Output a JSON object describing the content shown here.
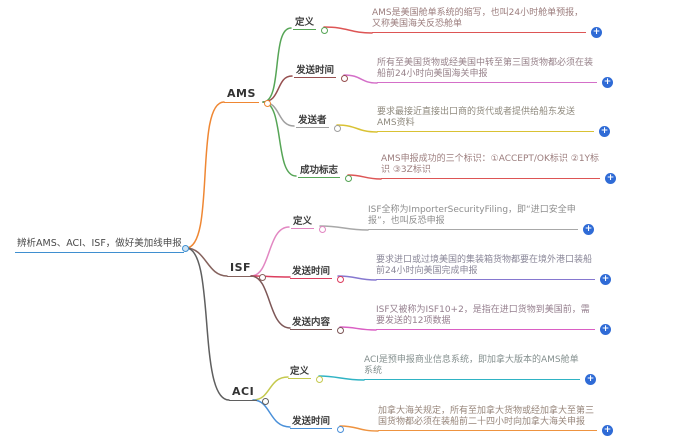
{
  "ui": {
    "plus_icon": "+",
    "plus_color": "#2f6bd6",
    "background": "#ffffff"
  },
  "root": {
    "label": "辨析AMS、ACI、ISF，做好美加线申报",
    "color": "#3f8fd0",
    "fill": "#cde4f6"
  },
  "branches": [
    {
      "label": "AMS",
      "color": "#ef8733",
      "children": [
        {
          "label": "定义",
          "color": "#56a556",
          "leaf": {
            "text": "AMS是美国舱单系统的缩写，也叫24小时舱单预报，又称美国海关反恐舱单",
            "color": "#dd5555",
            "text_color": "#9c7e7e"
          }
        },
        {
          "label": "发送时间",
          "color": "#964f4f",
          "leaf": {
            "text": "所有至美国货物或经美国中转至第三国货物都必须在装船前24小时向美国海关申报",
            "color": "#d46fc8",
            "text_color": "#97828a"
          }
        },
        {
          "label": "发送者",
          "color": "#a0a0a0",
          "leaf": {
            "text": "要求最接近直接出口商的货代或者提供给船东发送AMS资料",
            "color": "#d9c234",
            "text_color": "#8f8a7e"
          }
        },
        {
          "label": "成功标志",
          "color": "#56a556",
          "leaf": {
            "text": "AMS申报成功的三个标识：①ACCEPT/OK标识 ②1Y标识 ③3Z标识",
            "color": "#dd5555",
            "text_color": "#9c7e7e"
          }
        }
      ]
    },
    {
      "label": "ISF",
      "color": "#85625d",
      "children": [
        {
          "label": "定义",
          "color": "#e287c2",
          "leaf": {
            "text": "ISF全称为ImporterSecurityFiling，即“进口安全申报”，也叫反恐申报",
            "color": "#a8a8a8",
            "text_color": "#8e8e8e"
          }
        },
        {
          "label": "发送时间",
          "color": "#dc3d5e",
          "leaf": {
            "text": "要求进口或过境美国的集装箱货物都要在境外港口装船前24小时向美国完成申报",
            "color": "#8678d0",
            "text_color": "#8a8798"
          }
        },
        {
          "label": "发送内容",
          "color": "#7d5757",
          "leaf": {
            "text": "ISF又被称为ISF10+2，是指在进口货物到美国前，需要发送的12项数据",
            "color": "#da5fc4",
            "text_color": "#96808f"
          }
        }
      ]
    },
    {
      "label": "ACI",
      "color": "#5f5f5f",
      "children": [
        {
          "label": "定义",
          "color": "#c5c94e",
          "leaf": {
            "text": "ACI是预申报商业信息系统，即加拿大版本的AMS舱单系统",
            "color": "#2fb3c4",
            "text_color": "#85908f"
          }
        },
        {
          "label": "发送时间",
          "color": "#4a90d9",
          "leaf": {
            "text": "加拿大海关规定，所有至加拿大货物或经加拿大至第三国货物都必须在装船前二十四小时向加拿大海关申报",
            "color": "#ee9340",
            "text_color": "#97867b"
          }
        }
      ]
    }
  ]
}
